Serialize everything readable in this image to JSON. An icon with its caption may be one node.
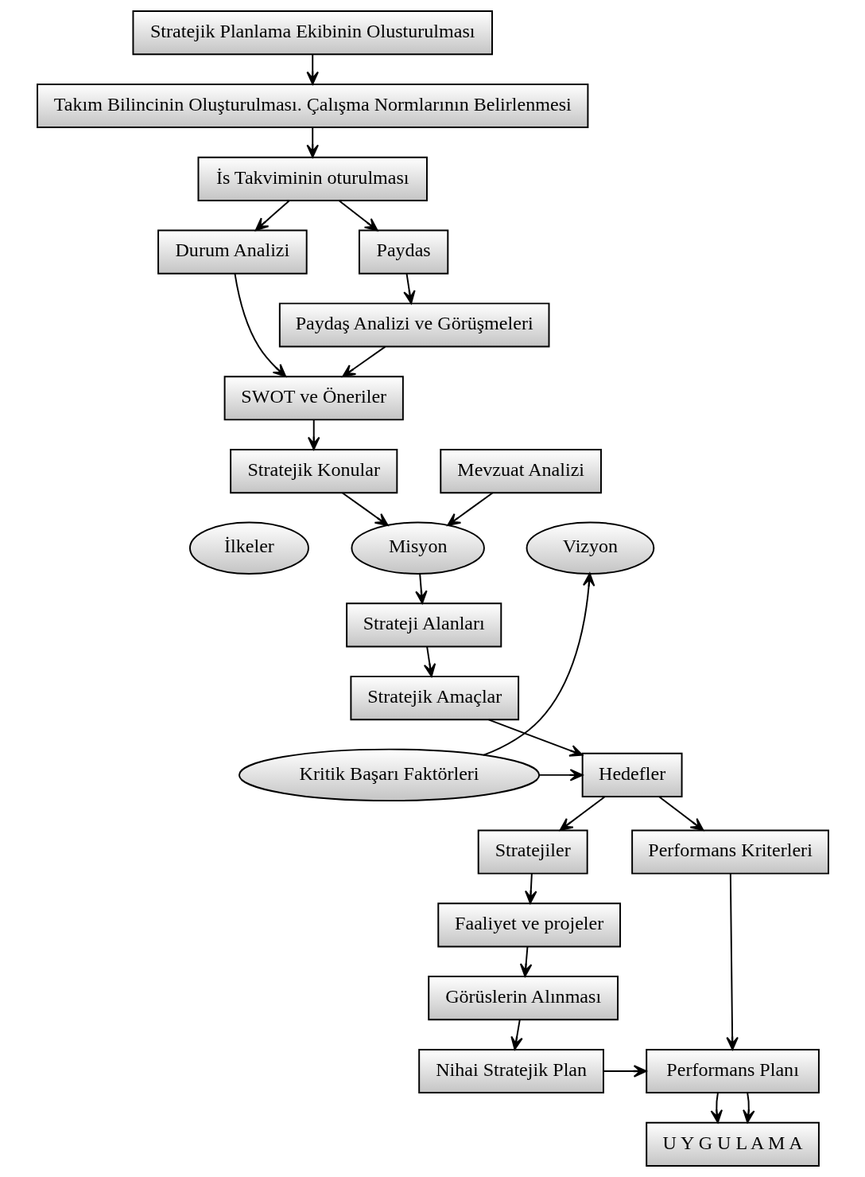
{
  "diagram": {
    "nodes": [
      {
        "text": [
          "Stratejik Planlama Ekibinin Olusturulması"
        ]
      },
      {
        "text": [
          "Takım Bilincinin Oluşturulması. Çalışma Normlarının Belirlenmesi"
        ]
      },
      {
        "text": [
          "İs Takviminin oturulması"
        ]
      },
      {
        "text": [
          "Durum Analizi"
        ]
      },
      {
        "text": [
          "Paydas"
        ]
      },
      {
        "text": [
          "Paydaş Analizi ve Görüşmeleri"
        ]
      },
      {
        "text": [
          "SWOT ve Öneriler"
        ]
      },
      {
        "text": [
          "Stratejik Konular"
        ]
      },
      {
        "text": [
          "Mevzuat Analizi"
        ]
      },
      {
        "text": [
          "İlkeler"
        ]
      },
      {
        "text": [
          "Misyon"
        ]
      },
      {
        "text": [
          "Vizyon"
        ]
      },
      {
        "text": [
          "Strateji Alanları"
        ]
      },
      {
        "text": [
          "Stratejik Amaçlar"
        ]
      },
      {
        "text": [
          "Hedefler"
        ]
      },
      {
        "text": [
          "Kritik Başarı Faktörleri"
        ]
      },
      {
        "text": [
          "Stratejiler"
        ]
      },
      {
        "text": [
          "Faaliyet ve projeler"
        ]
      },
      {
        "text": [
          "Görüslerin Alınması"
        ]
      },
      {
        "text": [
          "Nihai Stratejik Plan"
        ]
      },
      {
        "text": [
          "Performans Kriterleri"
        ]
      },
      {
        "text": [
          "Performans Planı"
        ]
      },
      {
        "text": [
          "U Y G U L A M A"
        ]
      }
    ],
    "edges": [
      {
        "from": 0,
        "to": 1,
        "arrow": "to"
      },
      {
        "from": 1,
        "to": 2,
        "arrow": "to"
      },
      {
        "from": 2,
        "to": 3,
        "arrow": "to"
      },
      {
        "from": 2,
        "to": 4,
        "arrow": "to"
      },
      {
        "from": 4,
        "to": 5,
        "arrow": "to"
      },
      {
        "from": 3,
        "to": 6,
        "arrow": "to"
      },
      {
        "from": 5,
        "to": 6,
        "arrow": "to"
      },
      {
        "from": 6,
        "to": 7,
        "arrow": "to"
      },
      {
        "from": 7,
        "to": 10,
        "arrow": "to"
      },
      {
        "from": 8,
        "to": 10,
        "arrow": "to"
      },
      {
        "from": 10,
        "to": 12,
        "arrow": "to"
      },
      {
        "from": 12,
        "to": 13,
        "arrow": "to"
      },
      {
        "from": 13,
        "to": 14,
        "arrow": "to"
      },
      {
        "from": 15,
        "to": 11,
        "arrow": "to"
      },
      {
        "from": 15,
        "to": 14,
        "arrow": "to"
      },
      {
        "from": 14,
        "to": 16,
        "arrow": "to"
      },
      {
        "from": 14,
        "to": 20,
        "arrow": "to"
      },
      {
        "from": 16,
        "to": 17,
        "arrow": "to"
      },
      {
        "from": 17,
        "to": 18,
        "arrow": "to"
      },
      {
        "from": 18,
        "to": 19,
        "arrow": "to"
      },
      {
        "from": 19,
        "to": 21,
        "arrow": "to"
      },
      {
        "from": 20,
        "to": 21,
        "arrow": "to"
      },
      {
        "from": 21,
        "to": 22,
        "arrow": "to"
      },
      {
        "from": 21,
        "to": 22,
        "arrow": "to"
      }
    ]
  }
}
